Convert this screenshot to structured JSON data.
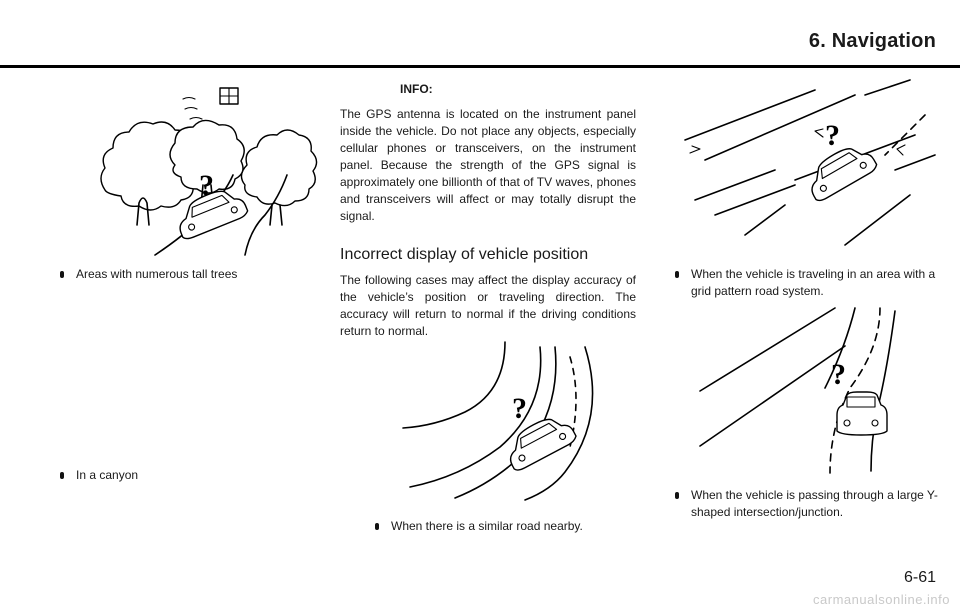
{
  "header": {
    "section_title": "6. Navigation"
  },
  "left_column": {
    "bullets": [
      "Areas with numerous tall trees",
      "In a canyon"
    ]
  },
  "middle_column": {
    "info_heading": "INFO:",
    "info_paragraph": "The GPS antenna is located on the instrument panel inside the vehicle. Do not place any objects, especially cellular phones or transceivers, on the instrument panel. Because the strength of the GPS signal is approximately one billionth of that of TV waves, phones and transceivers will affect or may totally disrupt the signal.",
    "section_heading": "Incorrect display of vehicle position",
    "section_paragraph": "The following cases may affect the display accuracy of the vehicle’s position or traveling direction. The accuracy will return to normal if the driving conditions return to normal.",
    "bullets": [
      "When there is a similar road nearby."
    ]
  },
  "right_column": {
    "bullets": [
      "When the vehicle is traveling in an area with a grid pattern road system.",
      "When the vehicle is passing through a large Y-shaped intersection/junction."
    ]
  },
  "illustration_marks": {
    "question_mark": "?"
  },
  "footer": {
    "page_number": "6-61",
    "watermark": "carmanualsonline.info"
  }
}
